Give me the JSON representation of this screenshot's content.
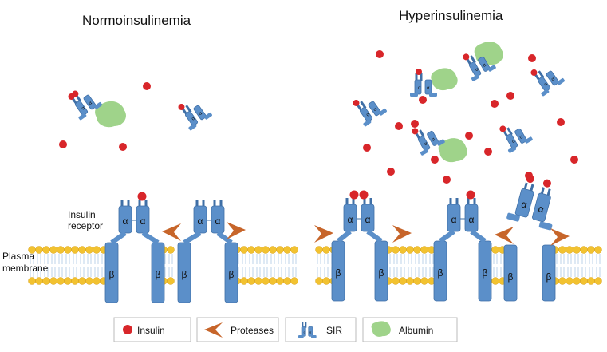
{
  "panels": {
    "left_title": "Normoinsulinemia",
    "right_title": "Hyperinsulinemia"
  },
  "labels": {
    "receptor_line1": "Insulin",
    "receptor_line2": "receptor",
    "membrane_line1": "Plasma",
    "membrane_line2": "membrane",
    "alpha": "α",
    "beta": "β"
  },
  "legend": {
    "insulin": "Insulin",
    "proteases": "Proteases",
    "sir": "SIR",
    "albumin": "Albumin"
  },
  "colors": {
    "receptor": "#5b8fc9",
    "receptor_edge": "#3f6fa6",
    "insulin": "#d8262a",
    "protease": "#c7652a",
    "albumin": "#9fd38a",
    "lipid_head": "#f2c230",
    "lipid_tail": "#bcd3ea"
  }
}
